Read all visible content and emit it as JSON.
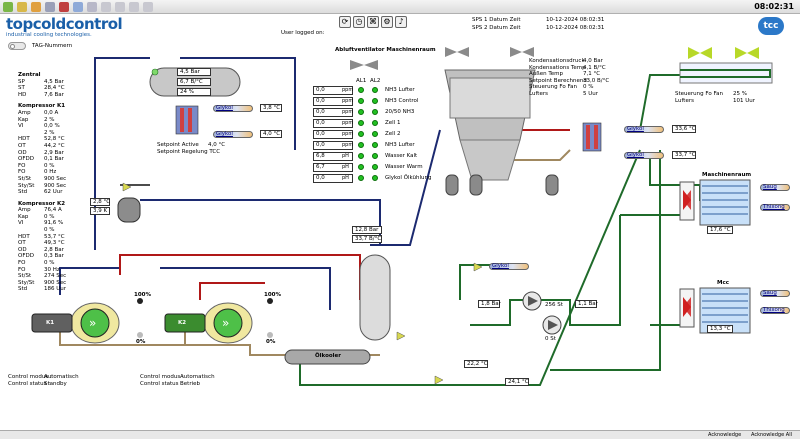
{
  "brand": {
    "name": "topcoldcontrol",
    "tagline": "industrial cooling technologies.",
    "badge": "tcc"
  },
  "clock": "08:02:31",
  "header": {
    "user_logged_on": "User logged on:",
    "sps1_label": "SPS 1 Datum Zeit",
    "sps1_value": "10-12-2024 08:02:31",
    "sps2_label": "SPS 2 Datum Zeit",
    "sps2_value": "10-12-2024 08:02:31"
  },
  "tag_toggle_label": "TAG-Nummern",
  "zentral": {
    "title": "Zentral",
    "rows": [
      [
        "SP",
        "4,5 Bar"
      ],
      [
        "ST",
        "28,4 °C"
      ],
      [
        "HD",
        "7,6 Bar"
      ]
    ]
  },
  "kompressor1": {
    "title": "Kompressor K1",
    "rows": [
      [
        "Amp",
        "0,0 A"
      ],
      [
        "Kap",
        "2 %"
      ],
      [
        "VI",
        "0,0 %"
      ],
      [
        "",
        "2 %"
      ],
      [
        "HDT",
        "52,8 °C"
      ],
      [
        "OT",
        "44,2 °C"
      ],
      [
        "OD",
        "2,9 Bar"
      ],
      [
        "OFDD",
        "0,1 Bar"
      ],
      [
        "FO",
        "0 %"
      ],
      [
        "FO",
        "0 Hz"
      ],
      [
        "St/St",
        "900 Sec"
      ],
      [
        "Sty/St",
        "900 Sec"
      ],
      [
        "Std",
        "62 Uur"
      ]
    ]
  },
  "kompressor2": {
    "title": "Kompressor K2",
    "rows": [
      [
        "Amp",
        "76,4 A"
      ],
      [
        "Kap",
        "0 %"
      ],
      [
        "VI",
        "91,6 %"
      ],
      [
        "",
        "0 %"
      ],
      [
        "HDT",
        "53,7 °C"
      ],
      [
        "OT",
        "49,3 °C"
      ],
      [
        "OD",
        "2,8 Bar"
      ],
      [
        "OFDD",
        "0,3 Bar"
      ],
      [
        "FO",
        "0 %"
      ],
      [
        "FO",
        "30 Hz"
      ],
      [
        "St/St",
        "274 Sec"
      ],
      [
        "Sty/St",
        "900 Sec"
      ],
      [
        "Std",
        "186 Uur"
      ]
    ]
  },
  "receiver": {
    "v1": "4,5 Bar",
    "v2": "6,7 B/°C",
    "v3": "24 %"
  },
  "setpoint": {
    "active_label": "Setpoint Active",
    "active_value": "4,0 °C",
    "regelung_label": "Setpoint Regelung TCC"
  },
  "glykol_left": [
    {
      "label": "Glykol",
      "value": "3,8 °C"
    },
    {
      "label": "Glykol",
      "value": "4,0 °C"
    }
  ],
  "vent_title": "Abluftventilator Maschinenraum",
  "alarm_headers": [
    "AL1",
    "AL2"
  ],
  "status_rows": [
    {
      "value": "0,0",
      "unit": "ppm",
      "name": "NH3 Lufter"
    },
    {
      "value": "0,0",
      "unit": "ppm",
      "name": "NH3 Control"
    },
    {
      "value": "0,0",
      "unit": "ppm",
      "name": "20/50 NH3"
    },
    {
      "value": "0,0",
      "unit": "ppm",
      "name": "Zell 1"
    },
    {
      "value": "0,0",
      "unit": "ppm",
      "name": "Zell 2"
    },
    {
      "value": "0,0",
      "unit": "ppm",
      "name": "NH3 Lufter"
    },
    {
      "value": "6,8",
      "unit": "pH",
      "name": "Wasser Kalt"
    },
    {
      "value": "6,7",
      "unit": "pH",
      "name": "Wasser Warm"
    },
    {
      "value": "0,0",
      "unit": "pH",
      "name": "Glykol Ölkühlung"
    }
  ],
  "condenser": {
    "rows": [
      [
        "Kondensationsdruck",
        "4,0 Bar"
      ],
      [
        "Kondensations Temp",
        "4,1 B/°C"
      ],
      [
        "Außen Temp",
        "7,1 °C"
      ],
      [
        "Setpoint Berechnend",
        "33,0 B/°C"
      ],
      [
        "Steuerung Fo Fan",
        "0 %"
      ],
      [
        "Lufters",
        "5 Uur"
      ]
    ]
  },
  "fan_right": {
    "steuerung_label": "Steuerung Fo Fan",
    "steuerung_value": "25 %",
    "lufters_label": "Lufters",
    "lufters_value": "101 Uur"
  },
  "glykol_right": [
    {
      "label": "Glykol",
      "value": "33,6 °C"
    },
    {
      "label": "Glykol",
      "value": "33,7 °C"
    }
  ],
  "maschinenraum": {
    "title": "Maschinenraum",
    "temp": "17,6 °C",
    "saug": "Saug",
    "thixong": "Thixong"
  },
  "mcc": {
    "title": "Mcc",
    "temp": "13,3 °C",
    "saug": "Saug",
    "thixong": "Thixong"
  },
  "left_boxes": {
    "a": "2,8 °C",
    "b": "3,9 K"
  },
  "mid_boxes": {
    "a": "12,8 Bar",
    "b": "33,7 B/°C"
  },
  "glykol_mid": "Glykol",
  "pump_group": {
    "left": "1,8 Bar",
    "top": "256 St",
    "right": "1,1 Bar",
    "bottom": "0 St"
  },
  "bottom_boxes": {
    "a": "22,2 °C",
    "b": "24,1 °C"
  },
  "oelkuehler": "Ölkooler",
  "pct": {
    "k1_top": "100%",
    "k1_bot": "0%",
    "k2_top": "100%",
    "k2_bot": "0%"
  },
  "motors": [
    "K1",
    "K2"
  ],
  "control": [
    {
      "mode_label": "Control modus :",
      "mode_value": "Automatisch",
      "status_label": "Control status :",
      "status_value": "Standby"
    },
    {
      "mode_label": "Control modus :",
      "mode_value": "Automatisch",
      "status_label": "Control status :",
      "status_value": "Betrieb"
    }
  ],
  "bottom_bar": {
    "ack1": "Acknowledge",
    "ack2": "Acknowledge All"
  }
}
